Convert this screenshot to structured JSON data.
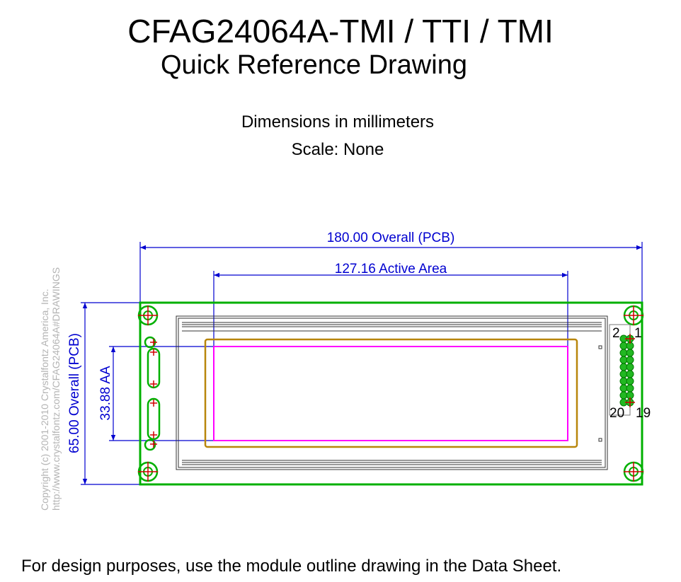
{
  "header": {
    "title": "CFAG24064A-TMI / TTI / TMI",
    "subtitle": "Quick Reference Drawing",
    "units_note": "Dimensions in millimeters",
    "scale_note": "Scale: None"
  },
  "dimensions": {
    "overall_width": "180.00 Overall (PCB)",
    "active_area_width": "127.16 Active Area",
    "overall_height": "65.00 Overall (PCB)",
    "active_area_height": "33.88 AA"
  },
  "pin_labels": {
    "top_left": "2",
    "top_right": "1",
    "bottom_left": "20",
    "bottom_right": "19"
  },
  "copyright": {
    "line1": "Copyright (c) 2001-2010 Crystalfontz America, Inc.",
    "line2": "http://www.crystalfontz.com/CFAG24064A#DRAWINGS"
  },
  "footer": {
    "note": "For design purposes, use the module outline drawing in the Data Sheet."
  },
  "colors": {
    "pcb_outline": "#00b000",
    "dimension": "#0000d0",
    "active_area": "#ff00ff",
    "viewing_area": "#b8860b",
    "mount_mark": "#d00000",
    "copyright_text": "#b4b4b4"
  }
}
